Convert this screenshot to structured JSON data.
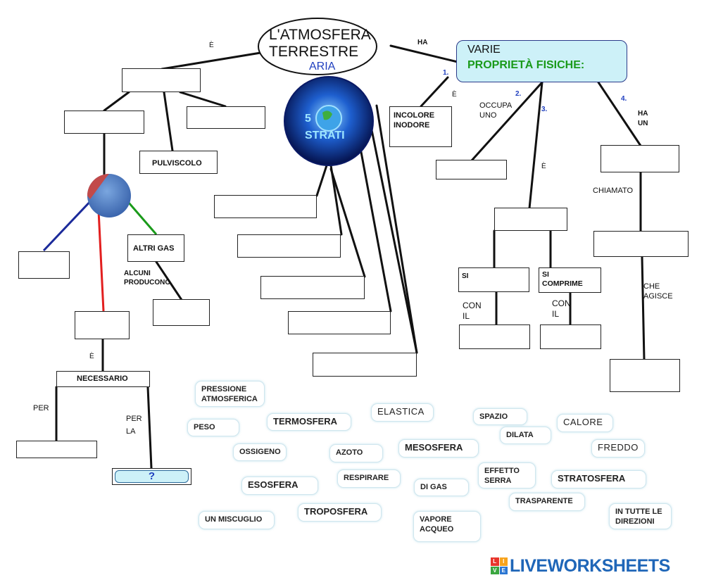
{
  "title": {
    "line1": "L'ATMOSFERA",
    "line2": "TERRESTRE",
    "sub": "ARIA"
  },
  "planet": {
    "count": "5",
    "label": "STRATI"
  },
  "properties": {
    "line1": "VARIE",
    "line2": "PROPRIETÀ FISICHE:"
  },
  "connectors": {
    "e_left": "È",
    "ha_right": "HA",
    "e_incolore": "È",
    "occupa": "OCCUPA\nUNO",
    "e_mid": "È",
    "ha_un": "HA\nUN",
    "chiamato": "CHIAMATO",
    "che_agisce": "CHE\nAGISCE",
    "con_il_1": "CON\nIL",
    "con_il_2": "CON\nIL",
    "alcuni": "ALCUNI\nPRODUCONO",
    "e_necessario": "È",
    "per": "PER",
    "per_la": "PER\nLA"
  },
  "numbers": [
    "1.",
    "2.",
    "3.",
    "4."
  ],
  "boxes": {
    "pulviscolo": "PULVISCOLO",
    "altri_gas": "ALTRI GAS",
    "necessario": "NECESSARIO",
    "incolore": "INCOLORE\nINODORE",
    "si": "SI",
    "si_comprime": "SI\n      COMPRIME",
    "question": "?"
  },
  "chips": {
    "pressione": "PRESSIONE\nATMOSFERICA",
    "termosfera": "TERMOSFERA",
    "elastica": "ELASTICA",
    "spazio": "SPAZIO",
    "calore": "CALORE",
    "peso": "PESO",
    "dilata": "DILATA",
    "ossigeno": "OSSIGENO",
    "azoto": "AZOTO",
    "mesosfera": "MESOSFERA",
    "freddo": "FREDDO",
    "effetto": "EFFETTO\nSERRA",
    "esosfera": "ESOSFERA",
    "respirare": "RESPIRARE",
    "digas": "DI GAS",
    "stratosfera": "STRATOSFERA",
    "trasparente": "TRASPARENTE",
    "miscuglio": "UN MISCUGLIO",
    "troposfera": "TROPOSFERA",
    "vapore": "VAPORE\n       ACQUEO",
    "direzioni": "IN TUTTE LE\nDIREZIONI"
  },
  "brand": {
    "name": "LIVEWORKSHEETS",
    "badge": [
      "L",
      "I",
      "V",
      "E"
    ]
  },
  "colors": {
    "green_text": "#1a9a1a",
    "blue_text": "#1f3fbf",
    "props_fill": "#cdf1f8",
    "sphere": "#5b86c6"
  }
}
